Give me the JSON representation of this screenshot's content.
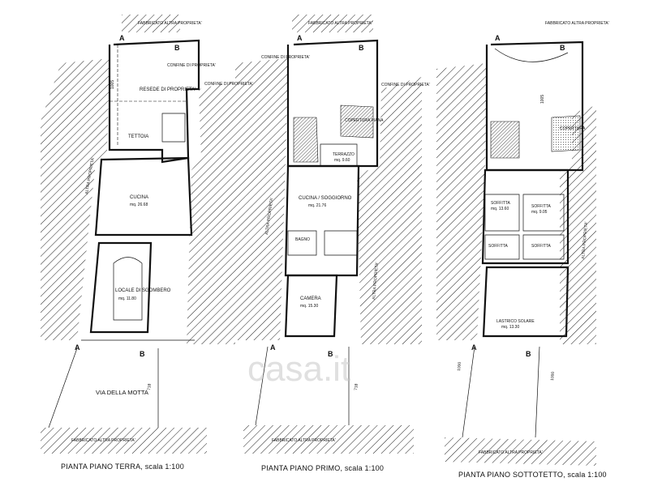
{
  "watermark": "casa.it",
  "section_marks": {
    "a": "A",
    "b": "B"
  },
  "plans": [
    {
      "title": "PIANTA PIANO TERRA, scala 1:100",
      "top_label": "FABBRICATO ALTRA PROPRIETA'",
      "bottom_label": "FABBRICATO ALTRA PROPRIETA'",
      "street_label": "VIA DELLA MOTTA",
      "side_label": "ALTRA PROPRIETA'",
      "rooms": [
        {
          "name": "RESEDE DI PROPRIETA'"
        },
        {
          "name": "CUCINA",
          "area": "mq. 26.68"
        },
        {
          "name": "LOCALE DI SGOMBERO",
          "area": "mq. 11.80"
        },
        {
          "name": "TETTOIA"
        }
      ],
      "notes": [
        "CONFINE DI PROPRIETA'",
        "CONFINE DI PROPRIETA'"
      ]
    },
    {
      "title": "PIANTA PIANO PRIMO, scala 1:100",
      "top_label": "FABBRICATO ALTRA PROPRIETA'",
      "bottom_label": "FABBRICATO ALTRA PROPRIETA'",
      "side_label": "ALTRA PROPRIETA'",
      "rooms": [
        {
          "name": "COPERTURA PIANA"
        },
        {
          "name": "TERRAZZO",
          "area": "mq. 9.60"
        },
        {
          "name": "CUCINA / SOGGIORNO",
          "area": "mq. 21.76"
        },
        {
          "name": "BAGNO"
        },
        {
          "name": "CAMERA",
          "area": "mq. 15.30"
        }
      ],
      "notes": [
        "CONFINE DI PROPRIETA'",
        "CONFINE DI PROPRIETA'"
      ]
    },
    {
      "title": "PIANTA PIANO SOTTOTETTO, scala 1:100",
      "top_label": "FABBRICATO ALTRA PROPRIETA'",
      "bottom_label": "FABBRICATO ALTRA PROPRIETA'",
      "side_label": "ALTRA PROPRIETA'",
      "rooms": [
        {
          "name": "COPERTURA"
        },
        {
          "name": "SOFFITTA",
          "area": "mq. 13.60"
        },
        {
          "name": "SOFFITTA",
          "area": "mq. 9.05"
        },
        {
          "name": "SOFFITTA"
        },
        {
          "name": "SOFFITTA"
        },
        {
          "name": "LASTRICO SOLARE",
          "area": "mq. 13.30"
        }
      ],
      "notes": []
    }
  ],
  "dimensions": [
    "1005",
    "1000",
    "1000",
    "1000",
    "718",
    "718"
  ]
}
